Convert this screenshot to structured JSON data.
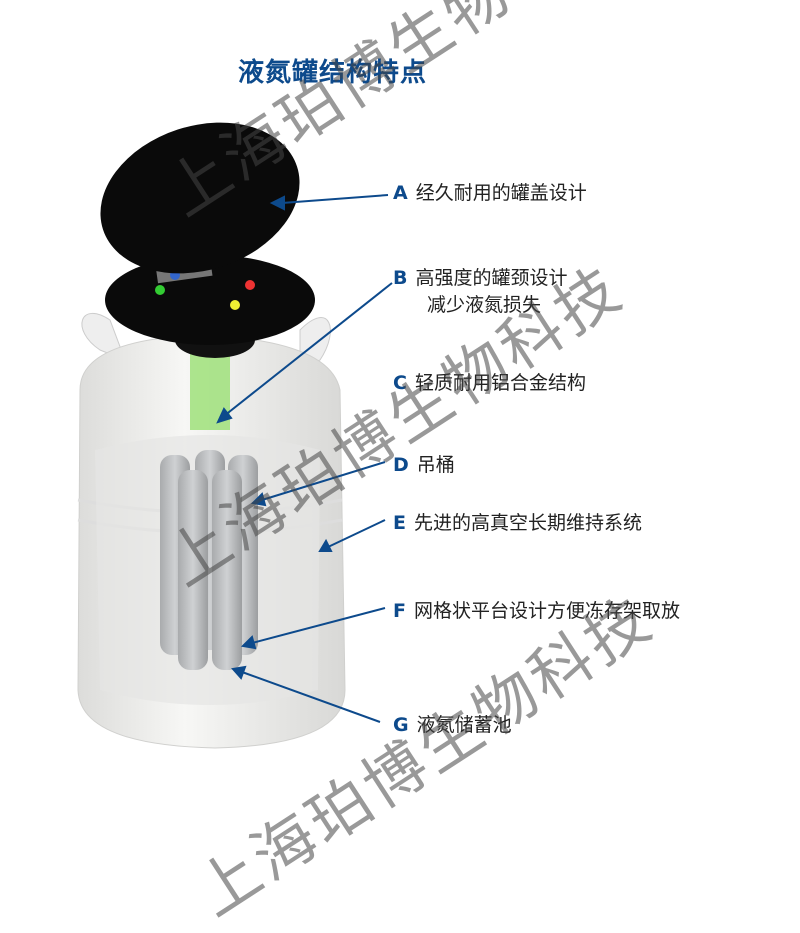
{
  "title": "液氮罐结构特点",
  "labels": [
    {
      "key": "A",
      "text": "经久耐用的罐盖设计"
    },
    {
      "key": "B",
      "text": "高强度的罐颈设计",
      "text2": "减少液氮损失"
    },
    {
      "key": "C",
      "text": "轻质耐用铝合金结构"
    },
    {
      "key": "D",
      "text": "吊桶"
    },
    {
      "key": "E",
      "text": "先进的高真空长期维持系统"
    },
    {
      "key": "F",
      "text": "网格状平台设计方便冻存架取放"
    },
    {
      "key": "G",
      "text": "液氮储蓄池"
    }
  ],
  "watermark": "上海珀博生物科技",
  "colors": {
    "accent": "#0d4a8c",
    "tank": "#f2f2f0",
    "lid": "#0a0a0a",
    "neck": "#9fe07a"
  }
}
